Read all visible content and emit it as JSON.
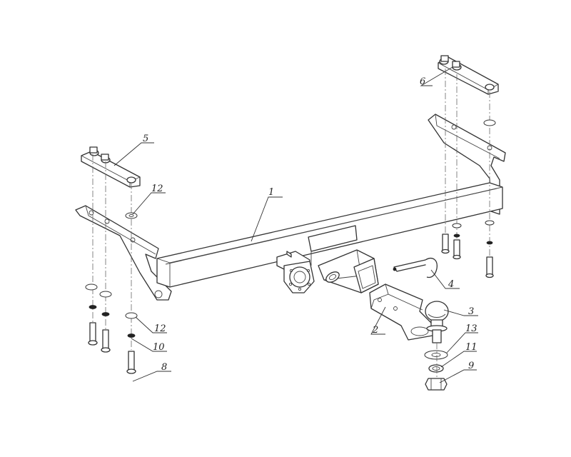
{
  "diagram": {
    "parts": [
      {
        "id": "label-1",
        "number": "1",
        "part": "crossbeam"
      },
      {
        "id": "label-2",
        "number": "2",
        "part": "ball-mount-drawbar"
      },
      {
        "id": "label-3",
        "number": "3",
        "part": "tow-ball"
      },
      {
        "id": "label-4",
        "number": "4",
        "part": "hitch-pin"
      },
      {
        "id": "label-5",
        "number": "5",
        "part": "left-clamp-plate"
      },
      {
        "id": "label-6",
        "number": "6",
        "part": "right-clamp-plate"
      },
      {
        "id": "label-8",
        "number": "8",
        "part": "bolt"
      },
      {
        "id": "label-9",
        "number": "9",
        "part": "nut"
      },
      {
        "id": "label-10",
        "number": "10",
        "part": "spring-washer"
      },
      {
        "id": "label-11",
        "number": "11",
        "part": "spring-washer"
      },
      {
        "id": "label-12a",
        "number": "12",
        "part": "flat-washer"
      },
      {
        "id": "label-12b",
        "number": "12",
        "part": "flat-washer"
      },
      {
        "id": "label-13",
        "number": "13",
        "part": "flat-washer"
      }
    ]
  }
}
